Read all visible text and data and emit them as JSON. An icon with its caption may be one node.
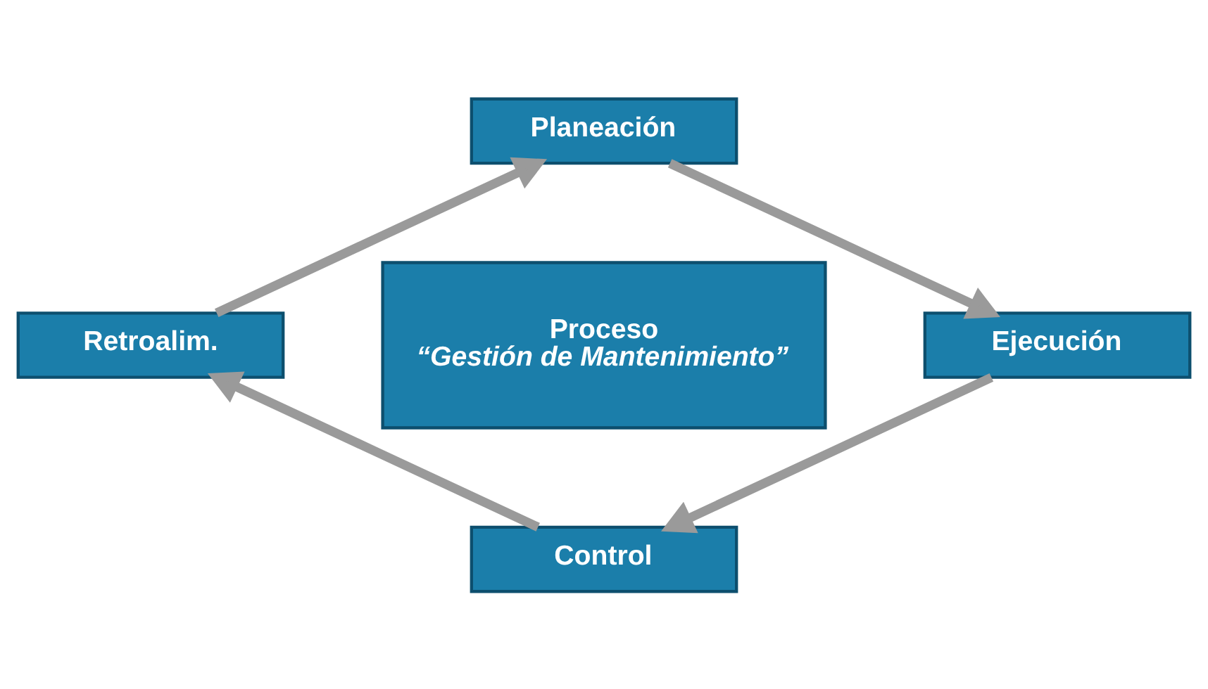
{
  "diagram": {
    "nodes": [
      {
        "text": [
          "Planeación"
        ]
      },
      {
        "text": [
          "Ejecución"
        ]
      },
      {
        "text": [
          "Control"
        ]
      },
      {
        "text": [
          "Retroalim."
        ]
      },
      {
        "text": [
          "Proceso",
          "“Gestión de Mantenimiento”"
        ]
      }
    ],
    "edges": [
      {
        "from": 0,
        "to": 1,
        "arrow": "to"
      },
      {
        "from": 1,
        "to": 2,
        "arrow": "to"
      },
      {
        "from": 2,
        "to": 3,
        "arrow": "to"
      },
      {
        "from": 3,
        "to": 0,
        "arrow": "to"
      }
    ]
  }
}
